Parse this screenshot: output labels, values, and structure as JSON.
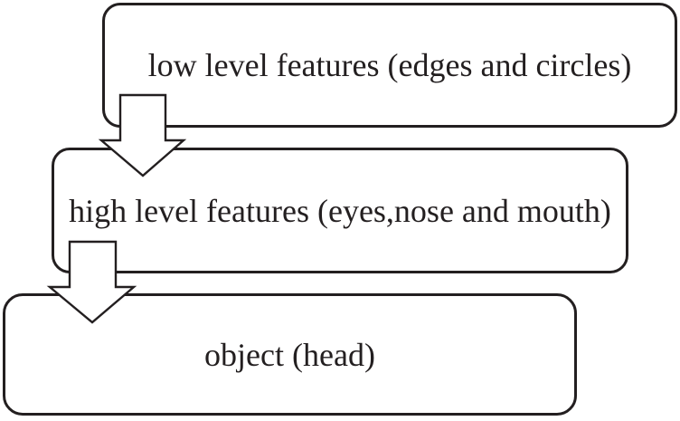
{
  "diagram": {
    "boxes": [
      {
        "id": "low-level-features",
        "label": "low level features (edges and circles)"
      },
      {
        "id": "high-level-features",
        "label": "high level features (eyes,nose and mouth)"
      },
      {
        "id": "object",
        "label": "object (head)"
      }
    ],
    "arrows": [
      {
        "name": "arrow-low-to-high",
        "from": "low-level-features",
        "to": "high-level-features",
        "direction": "down"
      },
      {
        "name": "arrow-high-to-object",
        "from": "high-level-features",
        "to": "object",
        "direction": "down"
      }
    ],
    "colors": {
      "stroke": "#231f20",
      "text": "#231f20",
      "background": "#ffffff",
      "arrow_fill": "#ffffff"
    }
  }
}
